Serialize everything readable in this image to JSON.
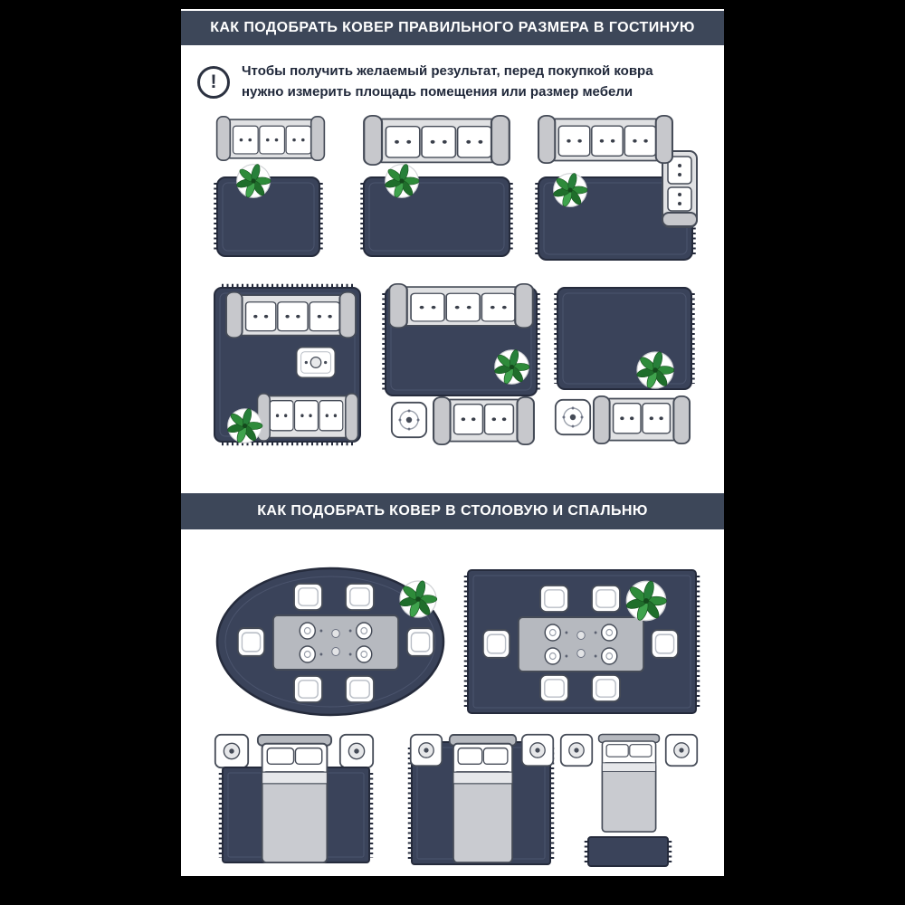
{
  "sections": {
    "living_room": {
      "title": "КАК ПОДОБРАТЬ КОВЕР ПРАВИЛЬНОГО РАЗМЕРА В ГОСТИНУЮ"
    },
    "dining_bedroom": {
      "title": "КАК ПОДОБРАТЬ КОВЕР В СТОЛОВУЮ И СПАЛЬНЮ"
    }
  },
  "note": {
    "icon": "!",
    "lines": [
      "Чтобы получить желаемый результат, перед покупкой ковра",
      "нужно измерить площадь помещения или размер мебели"
    ]
  },
  "colors": {
    "page_background": "#000000",
    "panel_background": "#ffffff",
    "header_background": "#3d4759",
    "header_text": "#ffffff",
    "rug": "#3a435a",
    "rug_border": "#252b3c",
    "furniture_outline": "#454b57",
    "furniture_gray": "#c7c8cc",
    "plant_green": "#2e8b3a",
    "note_text": "#20283a"
  }
}
